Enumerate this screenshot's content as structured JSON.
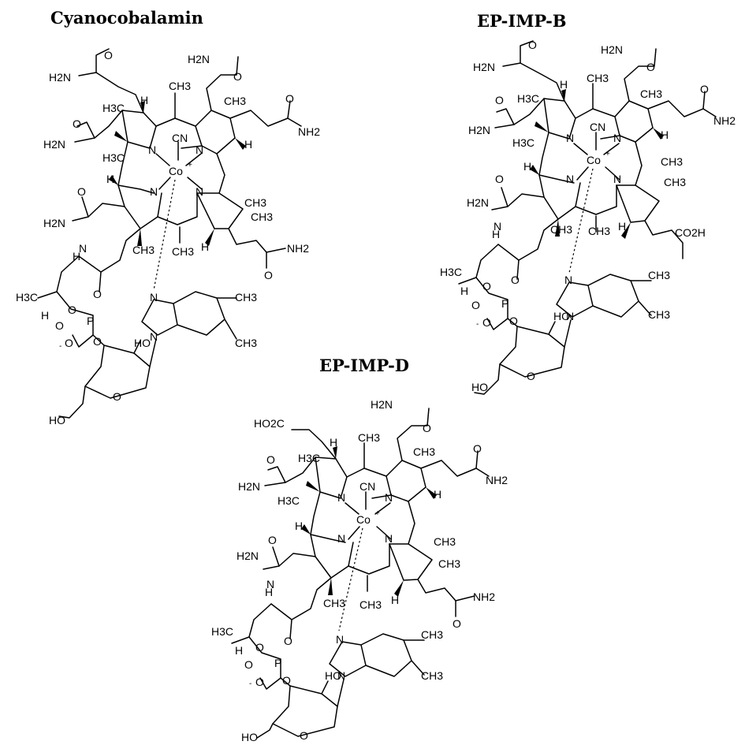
{
  "titles": {
    "cyano": "Cyanocobalamin",
    "impb": "EP-IMP-B",
    "impd": "EP-IMP-D"
  },
  "labels": {
    "h2n": "H2N",
    "nh2": "NH2",
    "h3c": "H3C",
    "ch3": "CH3",
    "o": "O",
    "n": "N",
    "h": "H",
    "cn": "CN",
    "co": "Co",
    "plus": "+",
    "p": "P",
    "ho": "HO",
    "co2h": "CO2H",
    "ho2c": "HO2C",
    "minus": "-"
  }
}
